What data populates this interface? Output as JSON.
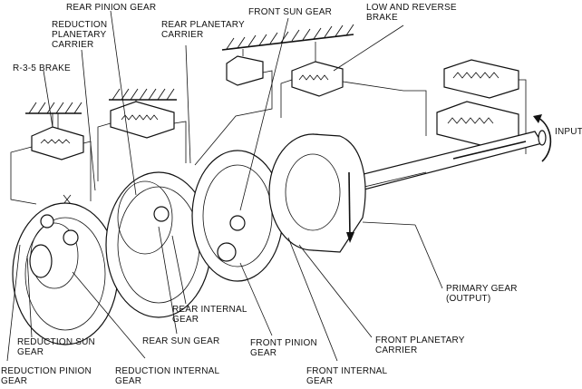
{
  "labels": {
    "rear_pinion_gear": "REAR PINION GEAR",
    "reduction_planetary_carrier": "REDUCTION\nPLANETARY\nCARRIER",
    "rear_planetary_carrier": "REAR PLANETARY\nCARRIER",
    "front_sun_gear": "FRONT SUN GEAR",
    "low_and_reverse_brake": "LOW AND REVERSE\nBRAKE",
    "r35_brake": "R-3-5 BRAKE",
    "input": "INPUT",
    "primary_gear_output": "PRIMARY GEAR\n(OUTPUT)",
    "front_planetary_carrier": "FRONT PLANETARY\nCARRIER",
    "front_internal_gear": "FRONT INTERNAL\nGEAR",
    "front_pinion_gear": "FRONT PINION\nGEAR",
    "rear_internal_gear": "REAR INTERNAL\nGEAR",
    "rear_sun_gear": "REAR SUN GEAR",
    "reduction_internal_gear": "REDUCTION INTERNAL\nGEAR",
    "reduction_sun_gear": "REDUCTION SUN\nGEAR",
    "reduction_pinion_gear": "REDUCTION PINION\nGEAR"
  }
}
